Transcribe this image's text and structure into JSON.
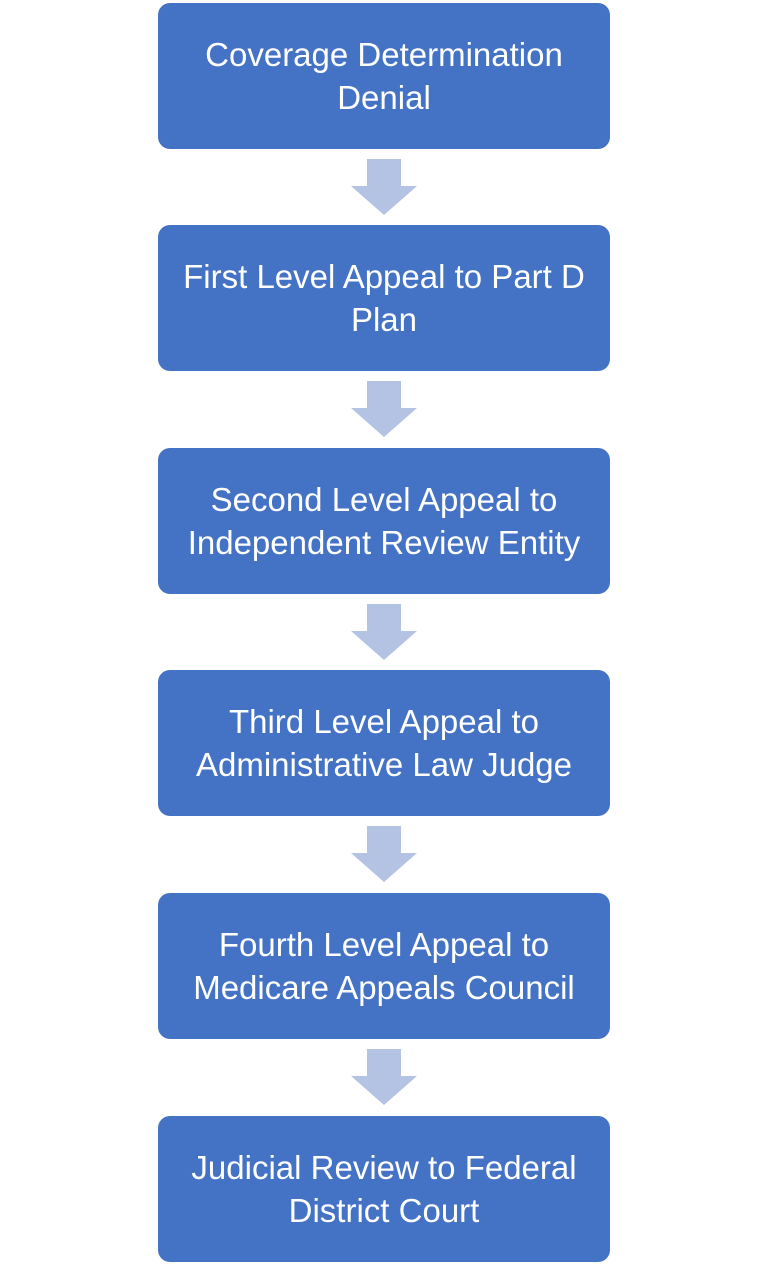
{
  "diagram": {
    "colors": {
      "box_fill": "#4472c4",
      "box_text": "#ffffff",
      "arrow_fill": "#b4c3e3"
    },
    "steps": [
      {
        "label": "Coverage Determination\nDenial"
      },
      {
        "label": "First Level Appeal to Part D\nPlan"
      },
      {
        "label": "Second Level Appeal to\nIndependent Review Entity"
      },
      {
        "label": "Third Level Appeal to\nAdministrative Law Judge"
      },
      {
        "label": "Fourth Level Appeal to\nMedicare Appeals Council"
      },
      {
        "label": "Judicial Review to Federal\nDistrict Court"
      }
    ],
    "connector_icon": "down-arrow-icon"
  }
}
